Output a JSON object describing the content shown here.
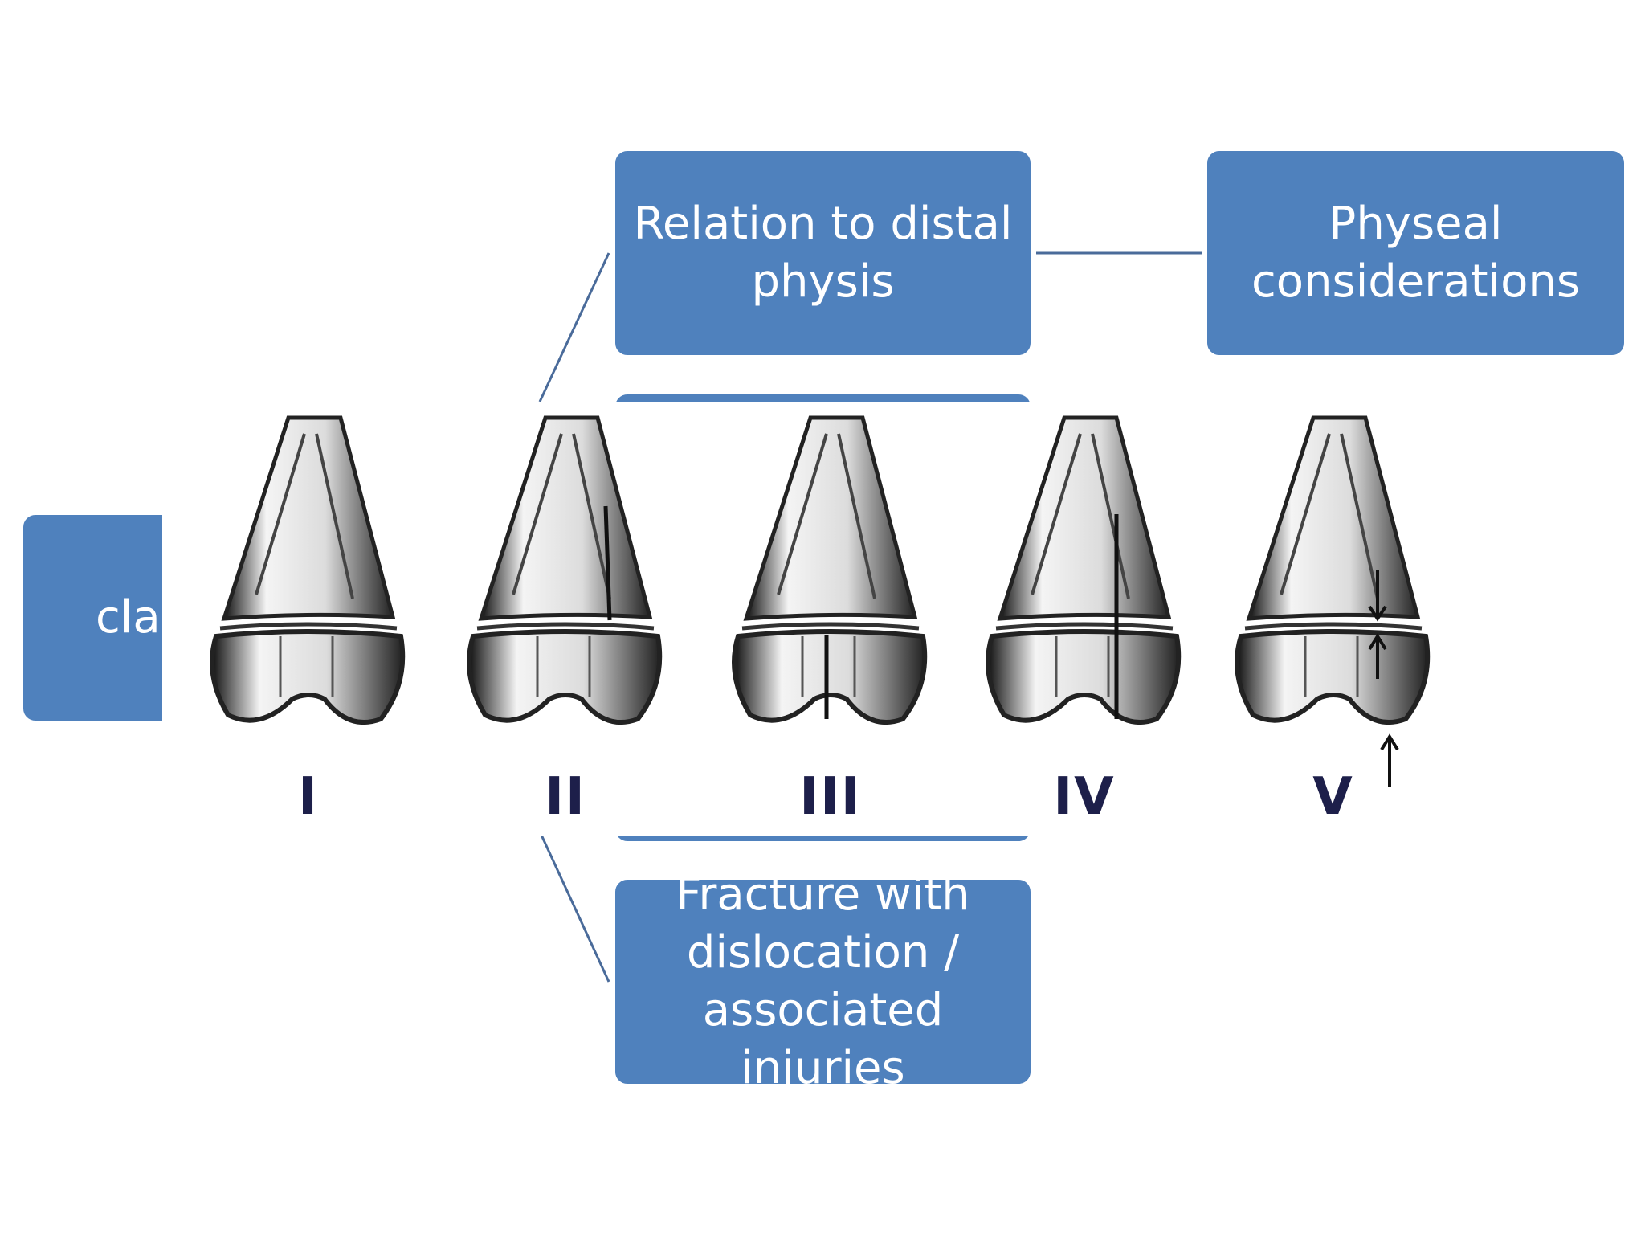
{
  "boxes": {
    "relation": "Relation to distal\nphysis",
    "physeal": "Physeal\nconsiderations",
    "fracture": "Fracture with\ndislocation /\nassociated injuries",
    "left_partial": "clas"
  },
  "salter_harris_types": [
    "I",
    "II",
    "III",
    "IV",
    "V"
  ],
  "colors": {
    "box_fill": "#4f81bd",
    "connector": "#4a6b9a",
    "numeral": "#1d1f4a",
    "bone": "#222222"
  }
}
